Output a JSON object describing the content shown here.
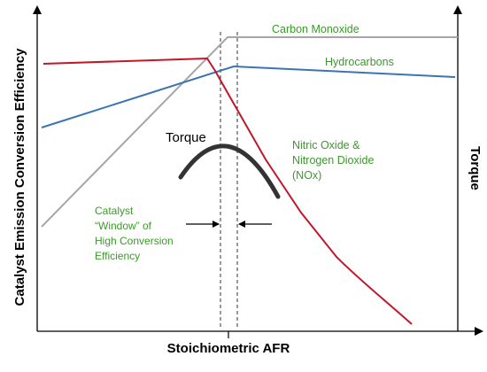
{
  "axes": {
    "x_title": "Stoichiometric AFR",
    "y_left_title": "Catalyst Emission Conversion Efficiency",
    "y_right_title": "Torque"
  },
  "curves": [
    {
      "key": "co",
      "label": "Carbon Monoxide",
      "color": "#a6a6a6"
    },
    {
      "key": "hc",
      "label": "Hydrocarbons",
      "color": "#3b73b3"
    },
    {
      "key": "nox",
      "label_lines": [
        "Nitric Oxide &",
        "Nitrogen Dioxide",
        "(NOx)"
      ],
      "color": "#c0182a"
    },
    {
      "key": "torque",
      "label": "Torque",
      "color": "#333333"
    }
  ],
  "window_annotation": {
    "lines": [
      "Catalyst",
      "“Window” of",
      "High Conversion",
      "Efficiency"
    ],
    "label_color": "#3a9a2a"
  },
  "colors": {
    "axis": "#000000",
    "label_green": "#3a9a2a"
  }
}
